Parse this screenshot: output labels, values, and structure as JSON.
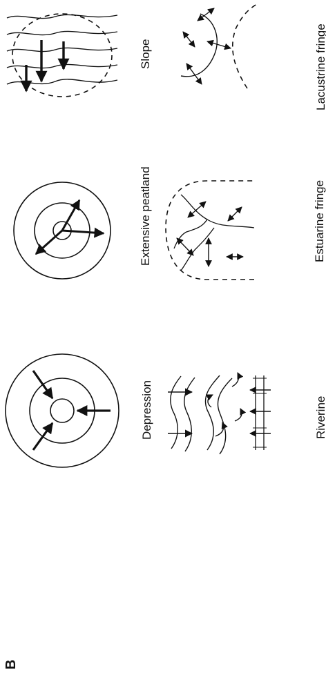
{
  "figure": {
    "panel_letter": "B",
    "labels": {
      "depression": "Depression",
      "riverine": "Riverine",
      "extensive_peatland": "Extensive peatland",
      "estuarine_fringe": "Estuarine fringe",
      "slope": "Slope",
      "lacustrine_fringe": "Lacustrine fringe"
    }
  }
}
